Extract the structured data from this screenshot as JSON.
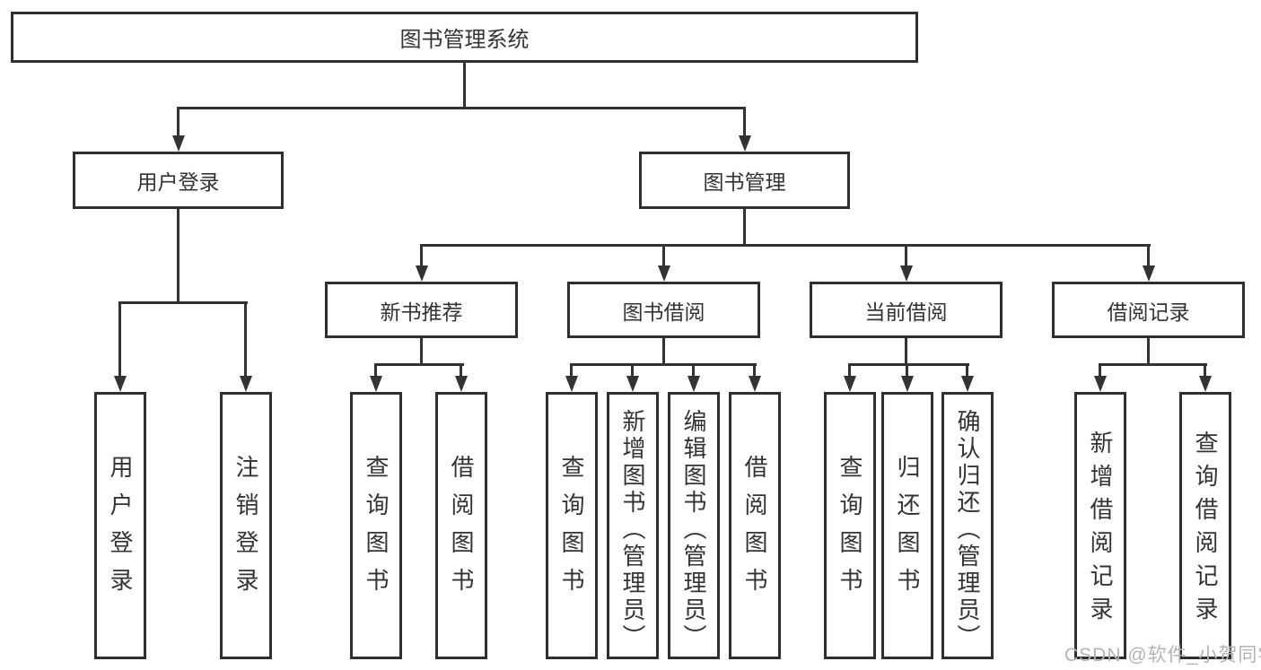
{
  "diagram": {
    "title": "图书管理系统",
    "root": {
      "label": "图书管理系统"
    },
    "level2": [
      {
        "label": "用户登录"
      },
      {
        "label": "图书管理"
      }
    ],
    "level3": [
      {
        "label": "新书推荐"
      },
      {
        "label": "图书借阅"
      },
      {
        "label": "当前借阅"
      },
      {
        "label": "借阅记录"
      }
    ],
    "leaves": [
      {
        "label": "用户登录",
        "parent": "用户登录"
      },
      {
        "label": "注销登录",
        "parent": "用户登录"
      },
      {
        "label": "查询图书",
        "parent": "新书推荐"
      },
      {
        "label": "借阅图书",
        "parent": "新书推荐"
      },
      {
        "label": "查询图书",
        "parent": "图书借阅"
      },
      {
        "label": "新增图书（管理员）",
        "parent": "图书借阅"
      },
      {
        "label": "编辑图书（管理员）",
        "parent": "图书借阅"
      },
      {
        "label": "借阅图书",
        "parent": "图书借阅"
      },
      {
        "label": "查询图书",
        "parent": "当前借阅"
      },
      {
        "label": "归还图书",
        "parent": "当前借阅"
      },
      {
        "label": "确认归还（管理员）",
        "parent": "当前借阅"
      },
      {
        "label": "新增借阅记录",
        "parent": "借阅记录"
      },
      {
        "label": "查询借阅记录",
        "parent": "借阅记录"
      }
    ]
  },
  "watermark": {
    "text": "CSDN @软件_小贺同学"
  },
  "colors": {
    "line": "#333333",
    "box_border": "#2f2f2f",
    "text": "#333333",
    "watermark": "#b3b3b3",
    "background": "#ffffff"
  }
}
